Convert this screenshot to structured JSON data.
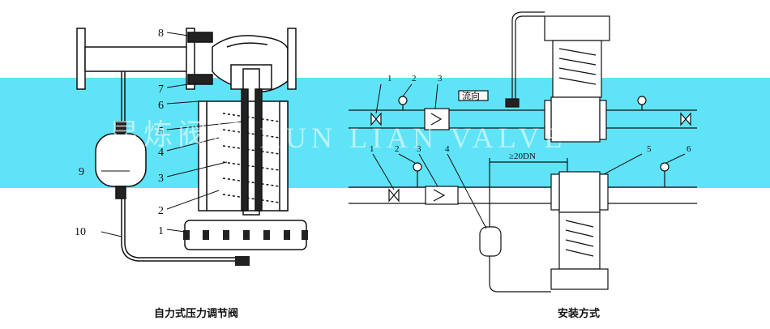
{
  "watermark": {
    "cn_text": "昆炼阀门",
    "en_text": "KUN LIAN VALVE",
    "band_color": "#5fe3f7"
  },
  "left_diagram": {
    "caption": "自力式压力调节阀",
    "callouts": [
      "1",
      "2",
      "3",
      "4",
      "5",
      "6",
      "7",
      "8",
      "9",
      "10"
    ]
  },
  "right_diagram": {
    "caption": "安装方式",
    "top_callouts": [
      "1",
      "2",
      "3"
    ],
    "bottom_callouts": [
      "1",
      "2",
      "3",
      "4",
      "5",
      "6"
    ],
    "dimension_label": "≥20DN",
    "flow_tag": "流向"
  }
}
